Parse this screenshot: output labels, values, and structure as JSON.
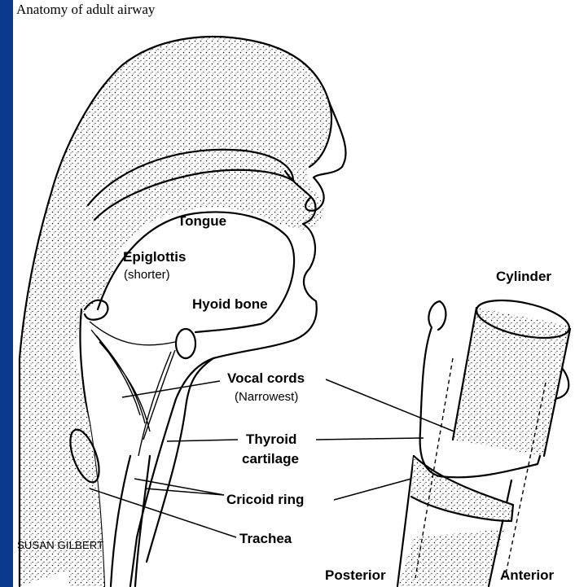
{
  "title": "Anatomy of  adult airway",
  "credit": "SUSAN GILBERT",
  "colors": {
    "sidebar": "#0b3a8c",
    "ink": "#000000",
    "background": "#ffffff"
  },
  "labels": {
    "tongue": "Tongue",
    "epiglottis": "Epiglottis",
    "epiglottis_note": "(shorter)",
    "hyoid_bone": "Hyoid bone",
    "vocal_cords": "Vocal cords",
    "vocal_cords_note": "(Narrowest)",
    "thyroid_line1": "Thyroid",
    "thyroid_line2": "cartilage",
    "cricoid_ring": "Cricoid ring",
    "trachea": "Trachea",
    "cylinder": "Cylinder",
    "posterior": "Posterior",
    "anterior": "Anterior"
  }
}
